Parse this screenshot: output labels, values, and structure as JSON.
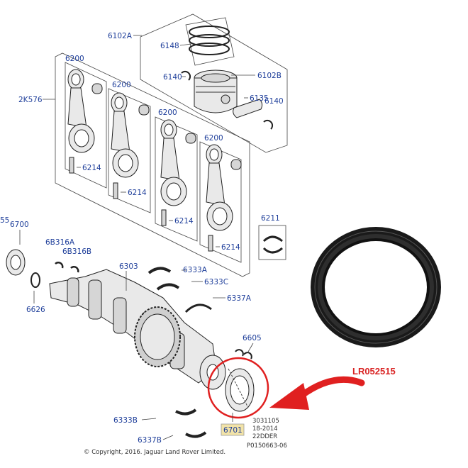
{
  "labels": {
    "p6102A": "6102A",
    "p6148": "6148",
    "p6140_a": "6140",
    "p6102B": "6102B",
    "p6135": "6135",
    "p6140_b": "6140",
    "p2K576": "2K576",
    "p6200_a": "6200",
    "p6200_b": "6200",
    "p6200_c": "6200",
    "p6200_d": "6200",
    "p6214_a": "6214",
    "p6214_b": "6214",
    "p6214_c": "6214",
    "p6214_d": "6214",
    "p6211": "6211",
    "p6700": "6700",
    "p6B316A": "6B316A",
    "p6B316B": "6B316B",
    "p6303": "6303",
    "p6333A": "6333A",
    "p6333C": "6333C",
    "p6337A": "6337A",
    "p6626": "6626",
    "p6605": "6605",
    "p6333B": "6333B",
    "p6337B": "6337B",
    "p6701": "6701",
    "p55": "55"
  },
  "part_number": "LR052515",
  "drawing_meta": {
    "line1": "3031105",
    "line2": "18-2014",
    "line3": "22DDER",
    "line4": "P0150663-06"
  },
  "copyright": "© Copyright, 2016. Jaguar Land Rover Limited.",
  "colors": {
    "label": "#1e3e9a",
    "arrow": "#e02020",
    "highlight_circle": "#e02020",
    "highlight_box": "#f2e3a8",
    "seal": "#1a1a1a"
  }
}
